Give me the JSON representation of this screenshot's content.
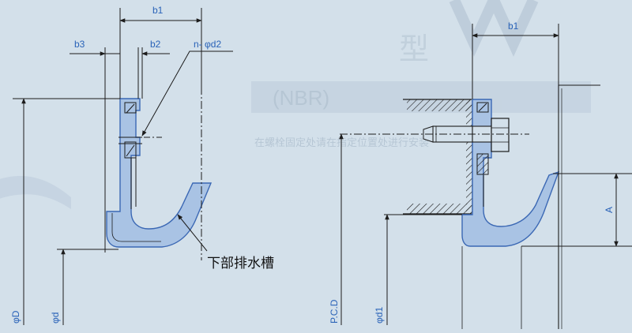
{
  "colors": {
    "background": "#d3e0ea",
    "line": "#1c1c1c",
    "seal_fill": "#a9c3e4",
    "seal_stroke": "#3b68b4",
    "dimension_text": "#2a63b8",
    "faded_header": "#aebfcf"
  },
  "left_view": {
    "labels": {
      "b1": "b1",
      "b2": "b2",
      "b3": "b3",
      "hole": "n- φd2",
      "outer_dia": "φD",
      "inner_dia": "φd"
    },
    "note": "下部排水槽"
  },
  "right_view": {
    "labels": {
      "b1": "b1",
      "A": "A",
      "pcd": "P.C.D",
      "bolt_dia": "φd1"
    }
  },
  "background_text": {
    "type_char": "型",
    "material": "(NBR)",
    "caption": "在螺栓固定处请在指定位置处进行安装"
  }
}
